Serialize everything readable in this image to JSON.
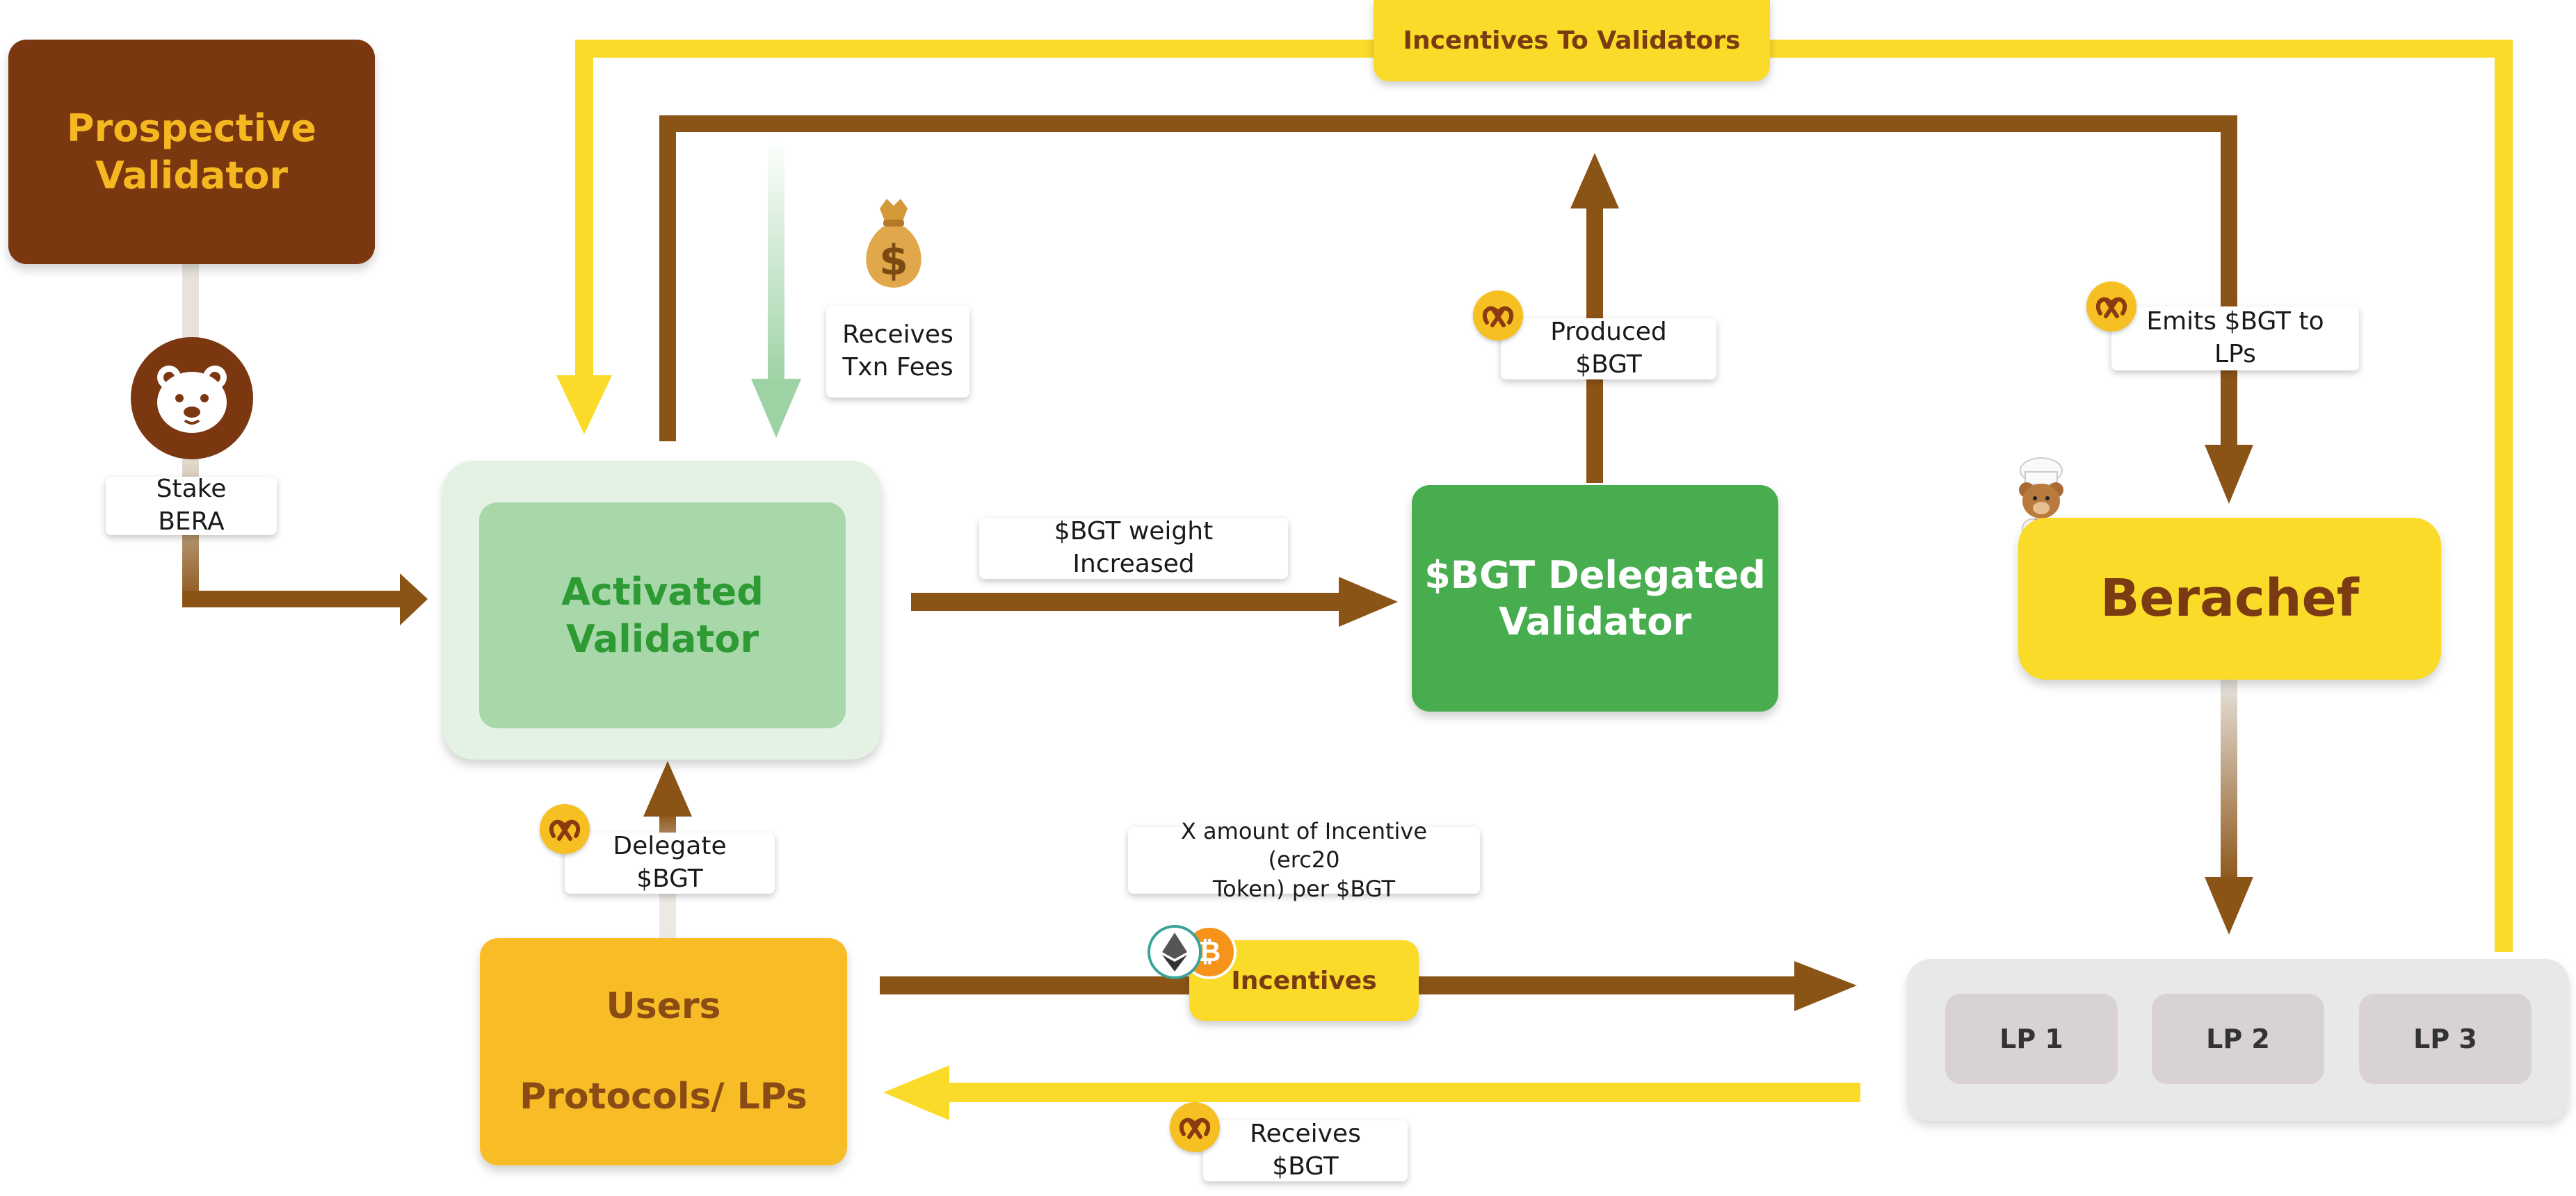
{
  "nodes": {
    "prospective_validator": "Prospective\nValidator",
    "activated_validator": "Activated\nValidator",
    "delegated_validator": "$BGT Delegated\nValidator",
    "berachef": "Berachef",
    "users": "Users\n\nProtocols/ LPs",
    "lp_pool": {
      "items": [
        "LP 1",
        "LP 2",
        "LP 3"
      ]
    }
  },
  "labels": {
    "stake_bera": "Stake BERA",
    "incentives_to_validators": "Incentives To Validators",
    "receives_txn_fees": "Receives\nTxn Fees",
    "produced_bgt": "Produced $BGT",
    "emits_bgt": "Emits $BGT to LPs",
    "bgt_weight_increased": "$BGT weight Increased",
    "delegate_bgt": "Delegate $BGT",
    "incentive_rate": "X amount of Incentive  (erc20\nToken) per $BGT",
    "incentives": "Incentives",
    "receives_bgt": "Receives $BGT"
  },
  "colors": {
    "brown": "#8b5417",
    "yellow": "#fadb2a",
    "dark_brown_box": "#7a3710",
    "orange_text": "#f6b821",
    "light_green_outer": "#e3f2e3",
    "light_green_inner": "#a8d8aa",
    "green_text": "#2e9a34",
    "green_box": "#47ad4f",
    "berachef_text": "#7a3a12",
    "users_box": "#f8bd26",
    "lp_pool_bg": "#e8e8e8"
  },
  "icons": [
    "bear-face-icon",
    "money-bag-icon",
    "chef-bear-icon",
    "pretzel-icon",
    "ethereum-icon",
    "bitcoin-icon"
  ]
}
